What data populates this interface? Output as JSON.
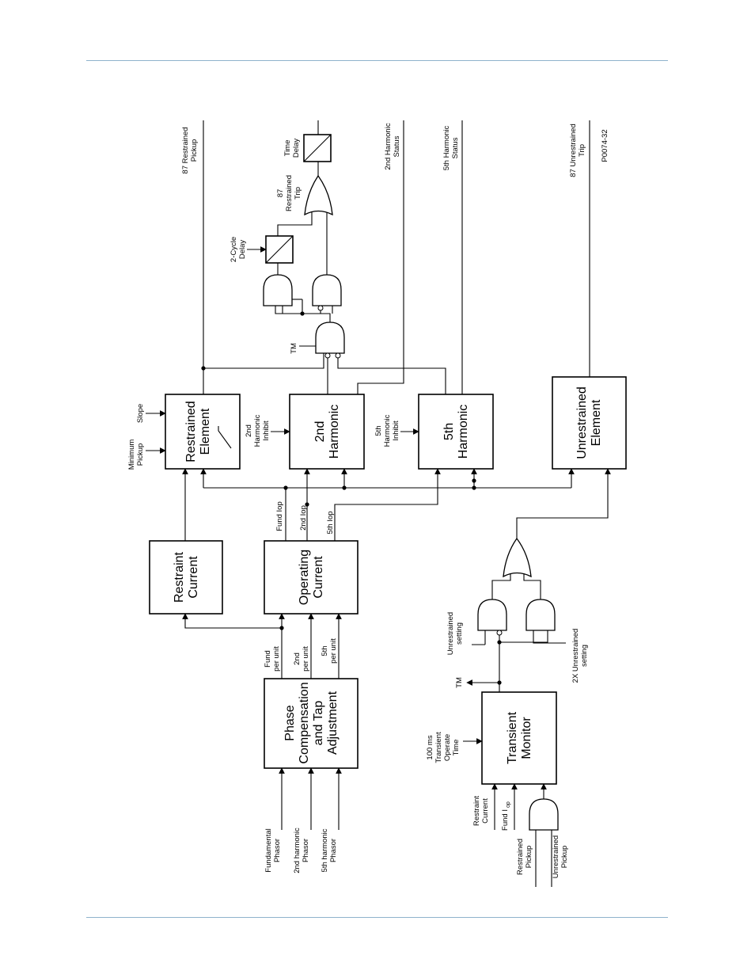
{
  "figure_id": "P0074-32",
  "blocks": {
    "phase_comp": [
      "Phase",
      "Compensation",
      "and Tap",
      "Adjustment"
    ],
    "restraint_current": [
      "Restraint",
      "Current"
    ],
    "operating_current": [
      "Operating",
      "Current"
    ],
    "restrained_element": [
      "Restrained",
      "Element"
    ],
    "second_harmonic": [
      "2nd",
      "Harmonic"
    ],
    "fifth_harmonic": [
      "5th",
      "Harmonic"
    ],
    "unrestrained_element": [
      "Unrestrained",
      "Element"
    ],
    "transient_monitor": [
      "Transient",
      "Monitor"
    ],
    "two_cycle_delay": [
      "2-Cycle",
      "Delay"
    ],
    "time_delay": [
      "Time",
      "Delay"
    ]
  },
  "inputs": {
    "fundamental_phasor": [
      "Fundamental",
      "Phasor"
    ],
    "second_harmonic_phasor": [
      "2nd harmonic",
      "Phasor"
    ],
    "fifth_harmonic_phasor": [
      "5th harmonic",
      "Phasor"
    ],
    "minimum_pickup": [
      "Minimum",
      "Pickup"
    ],
    "slope": "Slope",
    "second_harmonic_inhibit": [
      "2nd",
      "Harmonic",
      "Inhibit"
    ],
    "fifth_harmonic_inhibit": [
      "5th",
      "Harmonic",
      "Inhibit"
    ],
    "transient_operate_time": [
      "100 ms",
      "Transient",
      "Operate",
      "Time"
    ],
    "unrestrained_setting": [
      "Unrestrained",
      "setting"
    ],
    "unrestrained_2x_setting": [
      "2X Unrestrained",
      "setting"
    ],
    "restrained_pickup": [
      "Restrained",
      "Pickup"
    ],
    "unrestrained_pickup": [
      "Unrestrained",
      "Pickup"
    ],
    "restraint_current_in": [
      "Restraint",
      "Current"
    ],
    "fund_iop_in": "Fund I",
    "fund_iop_sub": "op"
  },
  "signals": {
    "fund_per_unit": [
      "Fund",
      "per unit"
    ],
    "second_per_unit": [
      "2nd",
      "per unit"
    ],
    "fifth_per_unit": [
      "5th",
      "per unit"
    ],
    "fund_iop": "Fund Iop",
    "second_iop": "2nd Iop",
    "fifth_iop": "5th Iop",
    "tm_top": "TM",
    "tm_bottom": "TM"
  },
  "outputs": {
    "restrained_pickup_87": [
      "87 Restrained",
      "Pickup"
    ],
    "restrained_trip_87": [
      "87",
      "Restrained",
      "Trip"
    ],
    "second_harmonic_status": [
      "2nd Harmonic",
      "Status"
    ],
    "fifth_harmonic_status": [
      "5th Harmonic",
      "Status"
    ],
    "unrestrained_trip_87": [
      "87 Unrestrained",
      "Trip"
    ]
  }
}
